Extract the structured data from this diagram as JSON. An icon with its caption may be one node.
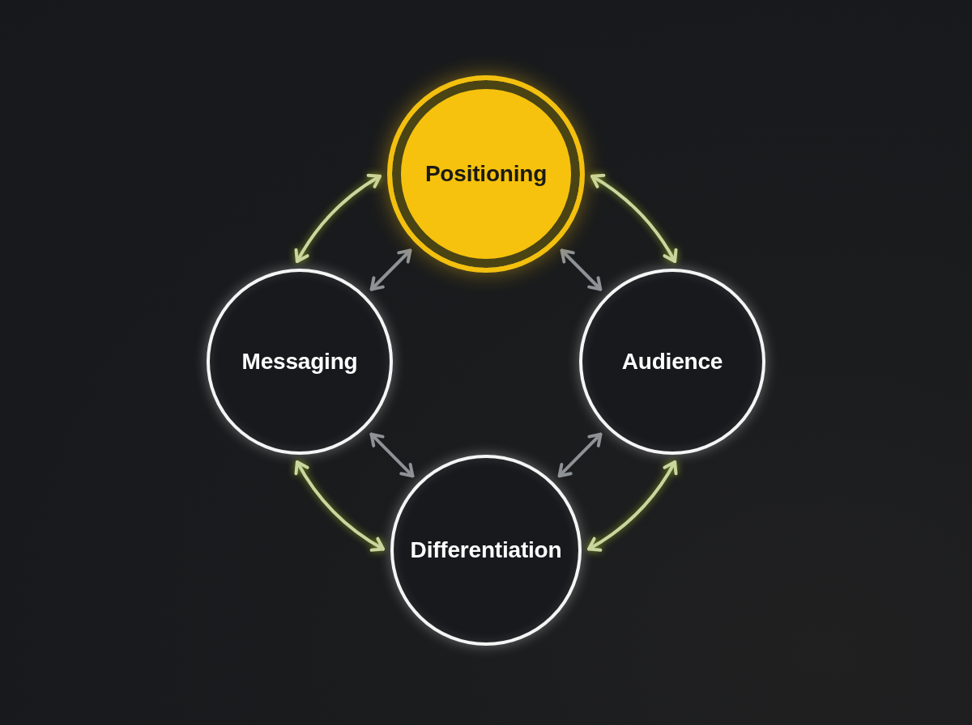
{
  "diagram": {
    "nodes": [
      {
        "text": [
          "Positioning"
        ]
      },
      {
        "text": [
          "Messaging"
        ]
      },
      {
        "text": [
          "Audience"
        ]
      },
      {
        "text": [
          "Differentiation"
        ]
      }
    ],
    "edges": [
      {
        "from": 0,
        "to": 1,
        "arrow": "both"
      },
      {
        "from": 1,
        "to": 0,
        "arrow": "both",
        "color": "#8e9195"
      },
      {
        "from": 0,
        "to": 2,
        "arrow": "both"
      },
      {
        "from": 0,
        "to": 2,
        "arrow": "both",
        "color": "#8e9195"
      },
      {
        "from": 1,
        "to": 3,
        "arrow": "both"
      },
      {
        "from": 1,
        "to": 3,
        "arrow": "both",
        "color": "#8e9195"
      },
      {
        "from": 3,
        "to": 2,
        "arrow": "both"
      },
      {
        "from": 2,
        "to": 3,
        "arrow": "both",
        "color": "#8e9195"
      }
    ]
  }
}
